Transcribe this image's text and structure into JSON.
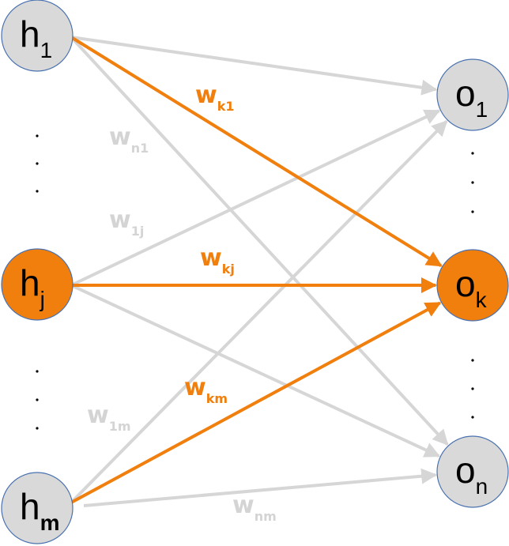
{
  "diagram": {
    "title": "",
    "colors": {
      "highlight": "#f07f0e",
      "inactive_edge": "#d6d6d6",
      "node_fill": "#d9d9d9",
      "node_border": "#4a72b0"
    },
    "hidden_nodes": [
      {
        "id": "h1",
        "main": "h",
        "sub": "1",
        "highlighted": false
      },
      {
        "id": "hj",
        "main": "h",
        "sub": "j",
        "highlighted": true
      },
      {
        "id": "hm",
        "main": "h",
        "sub": "m",
        "highlighted": false
      }
    ],
    "output_nodes": [
      {
        "id": "o1",
        "main": "o",
        "sub": "1",
        "highlighted": false
      },
      {
        "id": "ok",
        "main": "o",
        "sub": "k",
        "highlighted": true
      },
      {
        "id": "on",
        "main": "o",
        "sub": "n",
        "highlighted": false
      }
    ],
    "ellipsis": "·",
    "edges": [
      {
        "from": "h1",
        "to": "o1",
        "highlighted": false
      },
      {
        "from": "h1",
        "to": "ok",
        "highlighted": true
      },
      {
        "from": "h1",
        "to": "on",
        "highlighted": false
      },
      {
        "from": "hj",
        "to": "o1",
        "highlighted": false
      },
      {
        "from": "hj",
        "to": "ok",
        "highlighted": true
      },
      {
        "from": "hj",
        "to": "on",
        "highlighted": false
      },
      {
        "from": "hm",
        "to": "o1",
        "highlighted": false
      },
      {
        "from": "hm",
        "to": "ok",
        "highlighted": true
      },
      {
        "from": "hm",
        "to": "on",
        "highlighted": false
      }
    ],
    "weights": [
      {
        "id": "wk1",
        "main": "w",
        "sub": "k1",
        "highlighted": true
      },
      {
        "id": "wn1",
        "main": "w",
        "sub": "n1",
        "highlighted": false
      },
      {
        "id": "w1j",
        "main": "w",
        "sub": "1j",
        "highlighted": false
      },
      {
        "id": "wkj",
        "main": "w",
        "sub": "kj",
        "highlighted": true
      },
      {
        "id": "wkm",
        "main": "w",
        "sub": "km",
        "highlighted": true
      },
      {
        "id": "w1m",
        "main": "w",
        "sub": "1m",
        "highlighted": false
      },
      {
        "id": "wnm",
        "main": "w",
        "sub": "nm",
        "highlighted": false
      }
    ]
  }
}
